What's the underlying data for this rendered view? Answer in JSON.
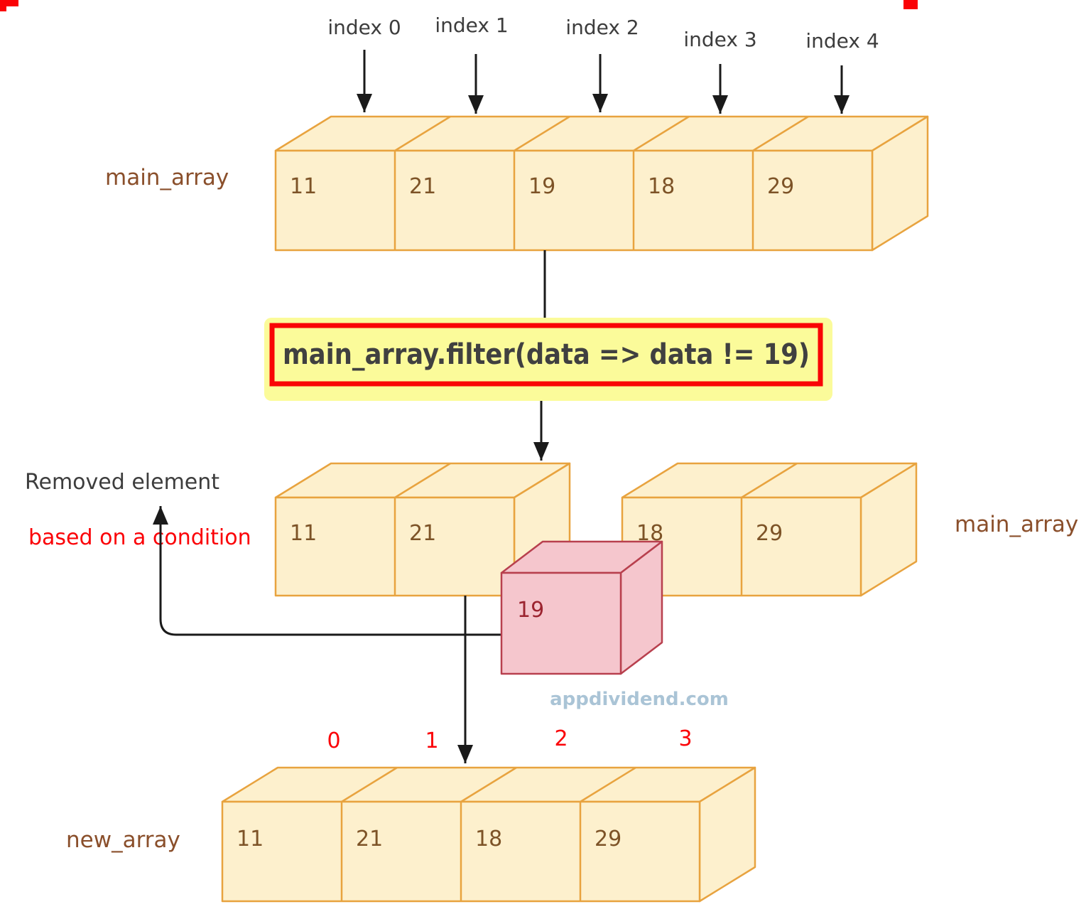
{
  "top_array": {
    "label": "main_array",
    "index_labels": [
      "index 0",
      "index 1",
      "index 2",
      "index 3",
      "index 4"
    ],
    "values": [
      "11",
      "21",
      "19",
      "18",
      "29"
    ]
  },
  "code_box": {
    "code": "main_array.filter(data => data != 19)"
  },
  "result_arrays": {
    "label": "main_array",
    "left_values": [
      "11",
      "21"
    ],
    "right_values": [
      "18",
      "29"
    ]
  },
  "removed": {
    "value": "19",
    "caption_line1": "Removed element",
    "caption_line2": "based on a condition"
  },
  "watermark": "appdividend.com",
  "new_array": {
    "label": "new_array",
    "index_labels": [
      "0",
      "1",
      "2",
      "3"
    ],
    "values": [
      "11",
      "21",
      "18",
      "29"
    ]
  },
  "colors": {
    "array_fill": "#fdf0cd",
    "array_border": "#e8a33f",
    "value_text": "#7d5327",
    "array_label_text": "#8a4f2b",
    "removed_fill": "#f5c6cd",
    "removed_border": "#b8404e",
    "removed_value_text": "#9c2430",
    "code_background": "#fbfb9a",
    "code_border": "#f90505",
    "code_text": "#404040",
    "accent_red": "#fb0207",
    "arrow": "#1a1a1a",
    "watermark_text": "#aac4d6",
    "index_label_text": "#3d3d3d",
    "background": "#ffffff"
  }
}
